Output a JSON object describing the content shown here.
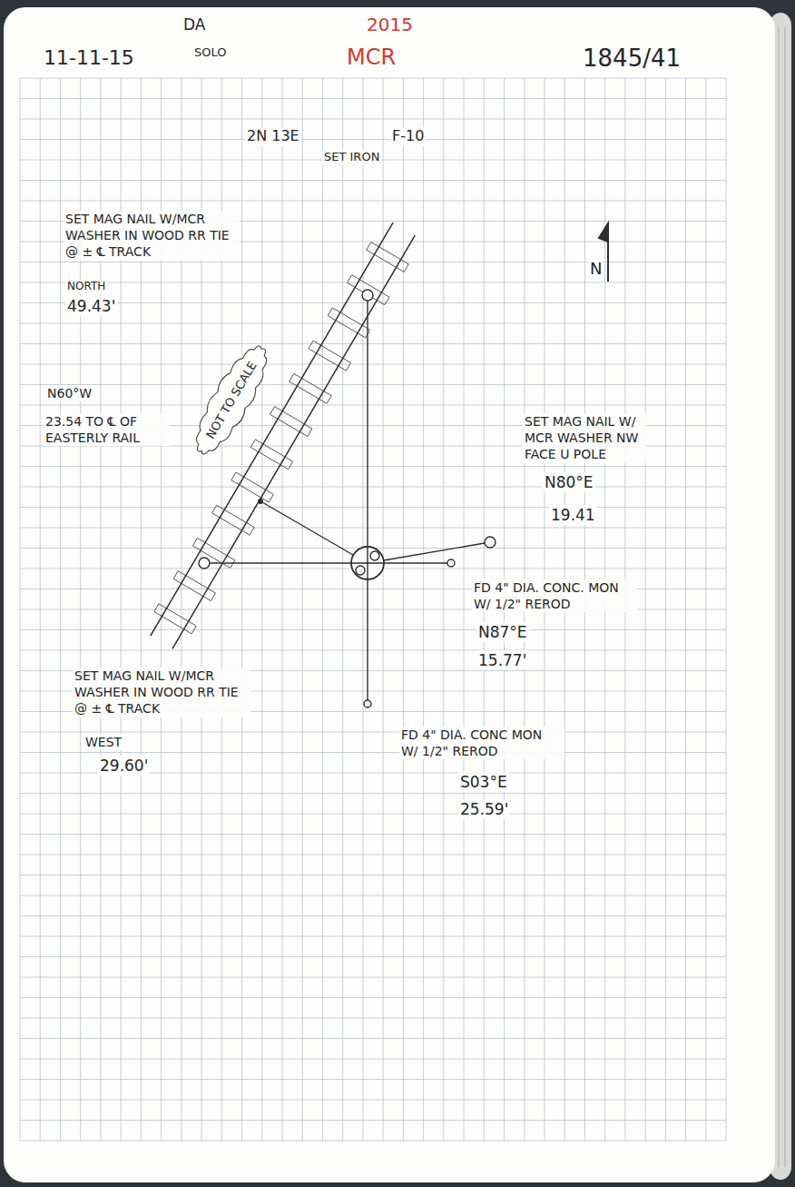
{
  "diagram": {
    "nodes": [
      {
        "text": [
          "NOT TO SCALE"
        ]
      }
    ],
    "labels": [
      "DA",
      "11-11-15",
      "SOLO",
      "2015",
      "MCR",
      "1845/41",
      "2N 13E",
      "F-10",
      "SET IRON",
      "SET MAG NAIL W/MCR WASHER IN WOOD RR TIE @ ± ℄ TRACK",
      "NORTH",
      "49.43'",
      "N",
      "N60°W",
      "23.54 TO ℄ OF EASTERLY RAIL",
      "SET MAG NAIL W/ MCR WASHER NW FACE U POLE",
      "N80°E",
      "19.41",
      "FD 4\" DIA. CONC. MON W/ 1/2\" REROD",
      "N87°E",
      "15.77'",
      "SET MAG NAIL W/MCR WASHER IN WOOD RR TIE @ ± ℄ TRACK",
      "WEST",
      "29.60'",
      "FD 4\" DIA. CONC MON W/ 1/2\" REROD",
      "S03°E",
      "25.59'"
    ]
  }
}
